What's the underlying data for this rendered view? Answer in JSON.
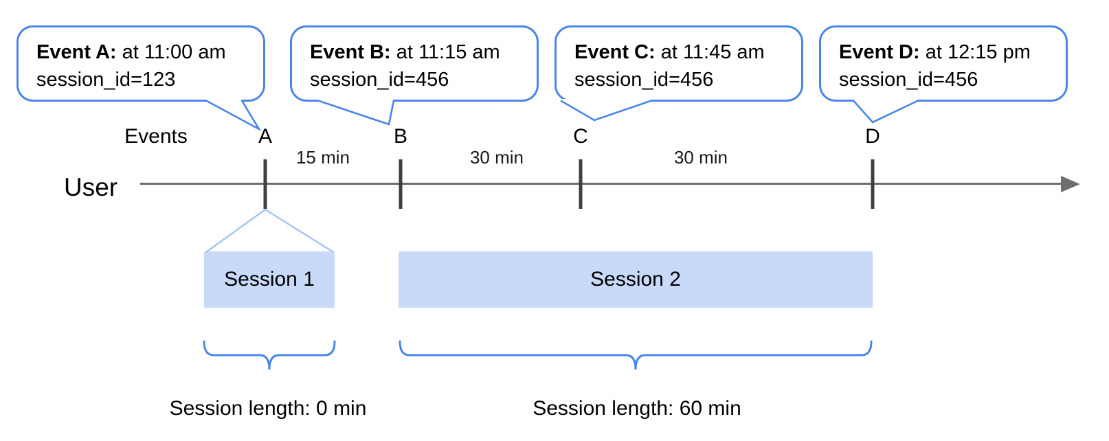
{
  "diagram": {
    "row_labels": {
      "events": "Events",
      "user": "User"
    },
    "events": [
      {
        "letter": "A",
        "callout_bold": "Event A:",
        "callout_time": " at 11:00 am",
        "callout_session": "session_id=123"
      },
      {
        "letter": "B",
        "callout_bold": "Event B:",
        "callout_time": " at 11:15 am",
        "callout_session": "session_id=456"
      },
      {
        "letter": "C",
        "callout_bold": "Event C:",
        "callout_time": " at 11:45 am",
        "callout_session": "session_id=456"
      },
      {
        "letter": "D",
        "callout_bold": "Event D:",
        "callout_time": " at 12:15 pm",
        "callout_session": "session_id=456"
      }
    ],
    "intervals": [
      {
        "label": "15 min"
      },
      {
        "label": "30 min"
      },
      {
        "label": "30 min"
      }
    ],
    "sessions": [
      {
        "label": "Session 1",
        "length_label": "Session length: 0 min"
      },
      {
        "label": "Session 2",
        "length_label": "Session length: 60 min"
      }
    ],
    "colors": {
      "accent_blue": "#4a86e8",
      "session_fill": "#c9daf8",
      "funnel_stroke": "#a7c3f3",
      "axis_gray": "#6e6e6e",
      "tick_gray": "#3f3f3f"
    }
  }
}
